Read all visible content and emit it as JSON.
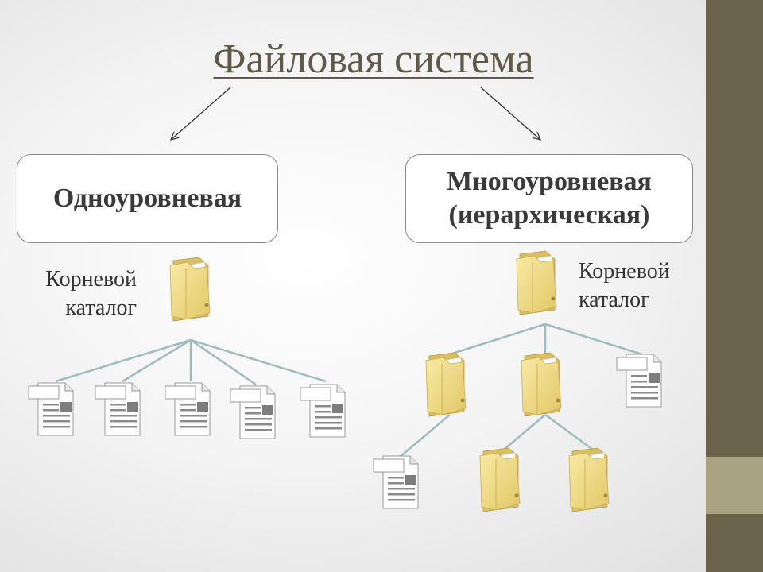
{
  "title": "Файловая система",
  "single_level": {
    "label": "Одноуровневая"
  },
  "multi_level": {
    "line1": "Многоуровневая",
    "line2": "(иерархическая)"
  },
  "root_left": {
    "line1": "Корневой",
    "line2": "каталог"
  },
  "root_right": {
    "line1": "Корневой",
    "line2": "каталог"
  },
  "colors": {
    "accent_dark": "#6b624a",
    "accent_light": "#a9a383",
    "title": "#5f5a48",
    "connector": "#9fbcbf",
    "folder": "#f3df8c",
    "folder_dark": "#dcc264"
  }
}
